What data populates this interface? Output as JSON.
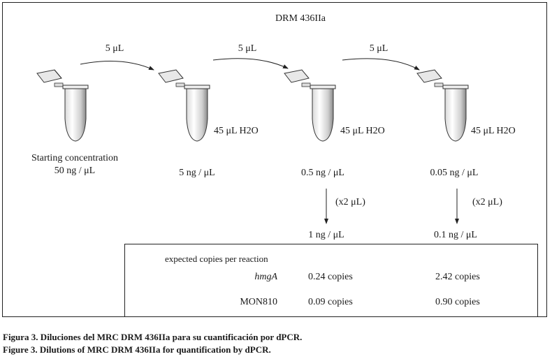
{
  "title": "DRM 436IIa",
  "transfers": [
    {
      "label": "5 μL"
    },
    {
      "label": "5 μL"
    },
    {
      "label": "5 μL"
    }
  ],
  "tubes": [
    {
      "volume_label": "",
      "concentration": "50 ng / μL",
      "caption": "Starting concentration"
    },
    {
      "volume_label": "45 μL H2O",
      "concentration": "5 ng / μL",
      "caption": ""
    },
    {
      "volume_label": "45 μL H2O",
      "concentration": "0.5 ng / μL",
      "caption": ""
    },
    {
      "volume_label": "45 μL H2O",
      "concentration": "0.05 ng / μL",
      "caption": ""
    }
  ],
  "downstream": [
    {
      "step_label": "(x2 μL)",
      "result": "1 ng / μL"
    },
    {
      "step_label": "(x2 μL)",
      "result": "0.1 ng / μL"
    }
  ],
  "table": {
    "header": "expected copies per reaction",
    "rows": [
      {
        "label": "hmgA",
        "values": [
          "0.24 copies",
          "2.42 copies"
        ]
      },
      {
        "label": "MON810",
        "values": [
          "0.09 copies",
          "0.90 copies"
        ]
      }
    ]
  },
  "captions": {
    "es": "Figura 3. Diluciones del MRC DRM 436IIa para su cuantificación por dPCR.",
    "en": "Figure 3. Dilutions of MRC DRM 436IIa for quantification by dPCR."
  }
}
